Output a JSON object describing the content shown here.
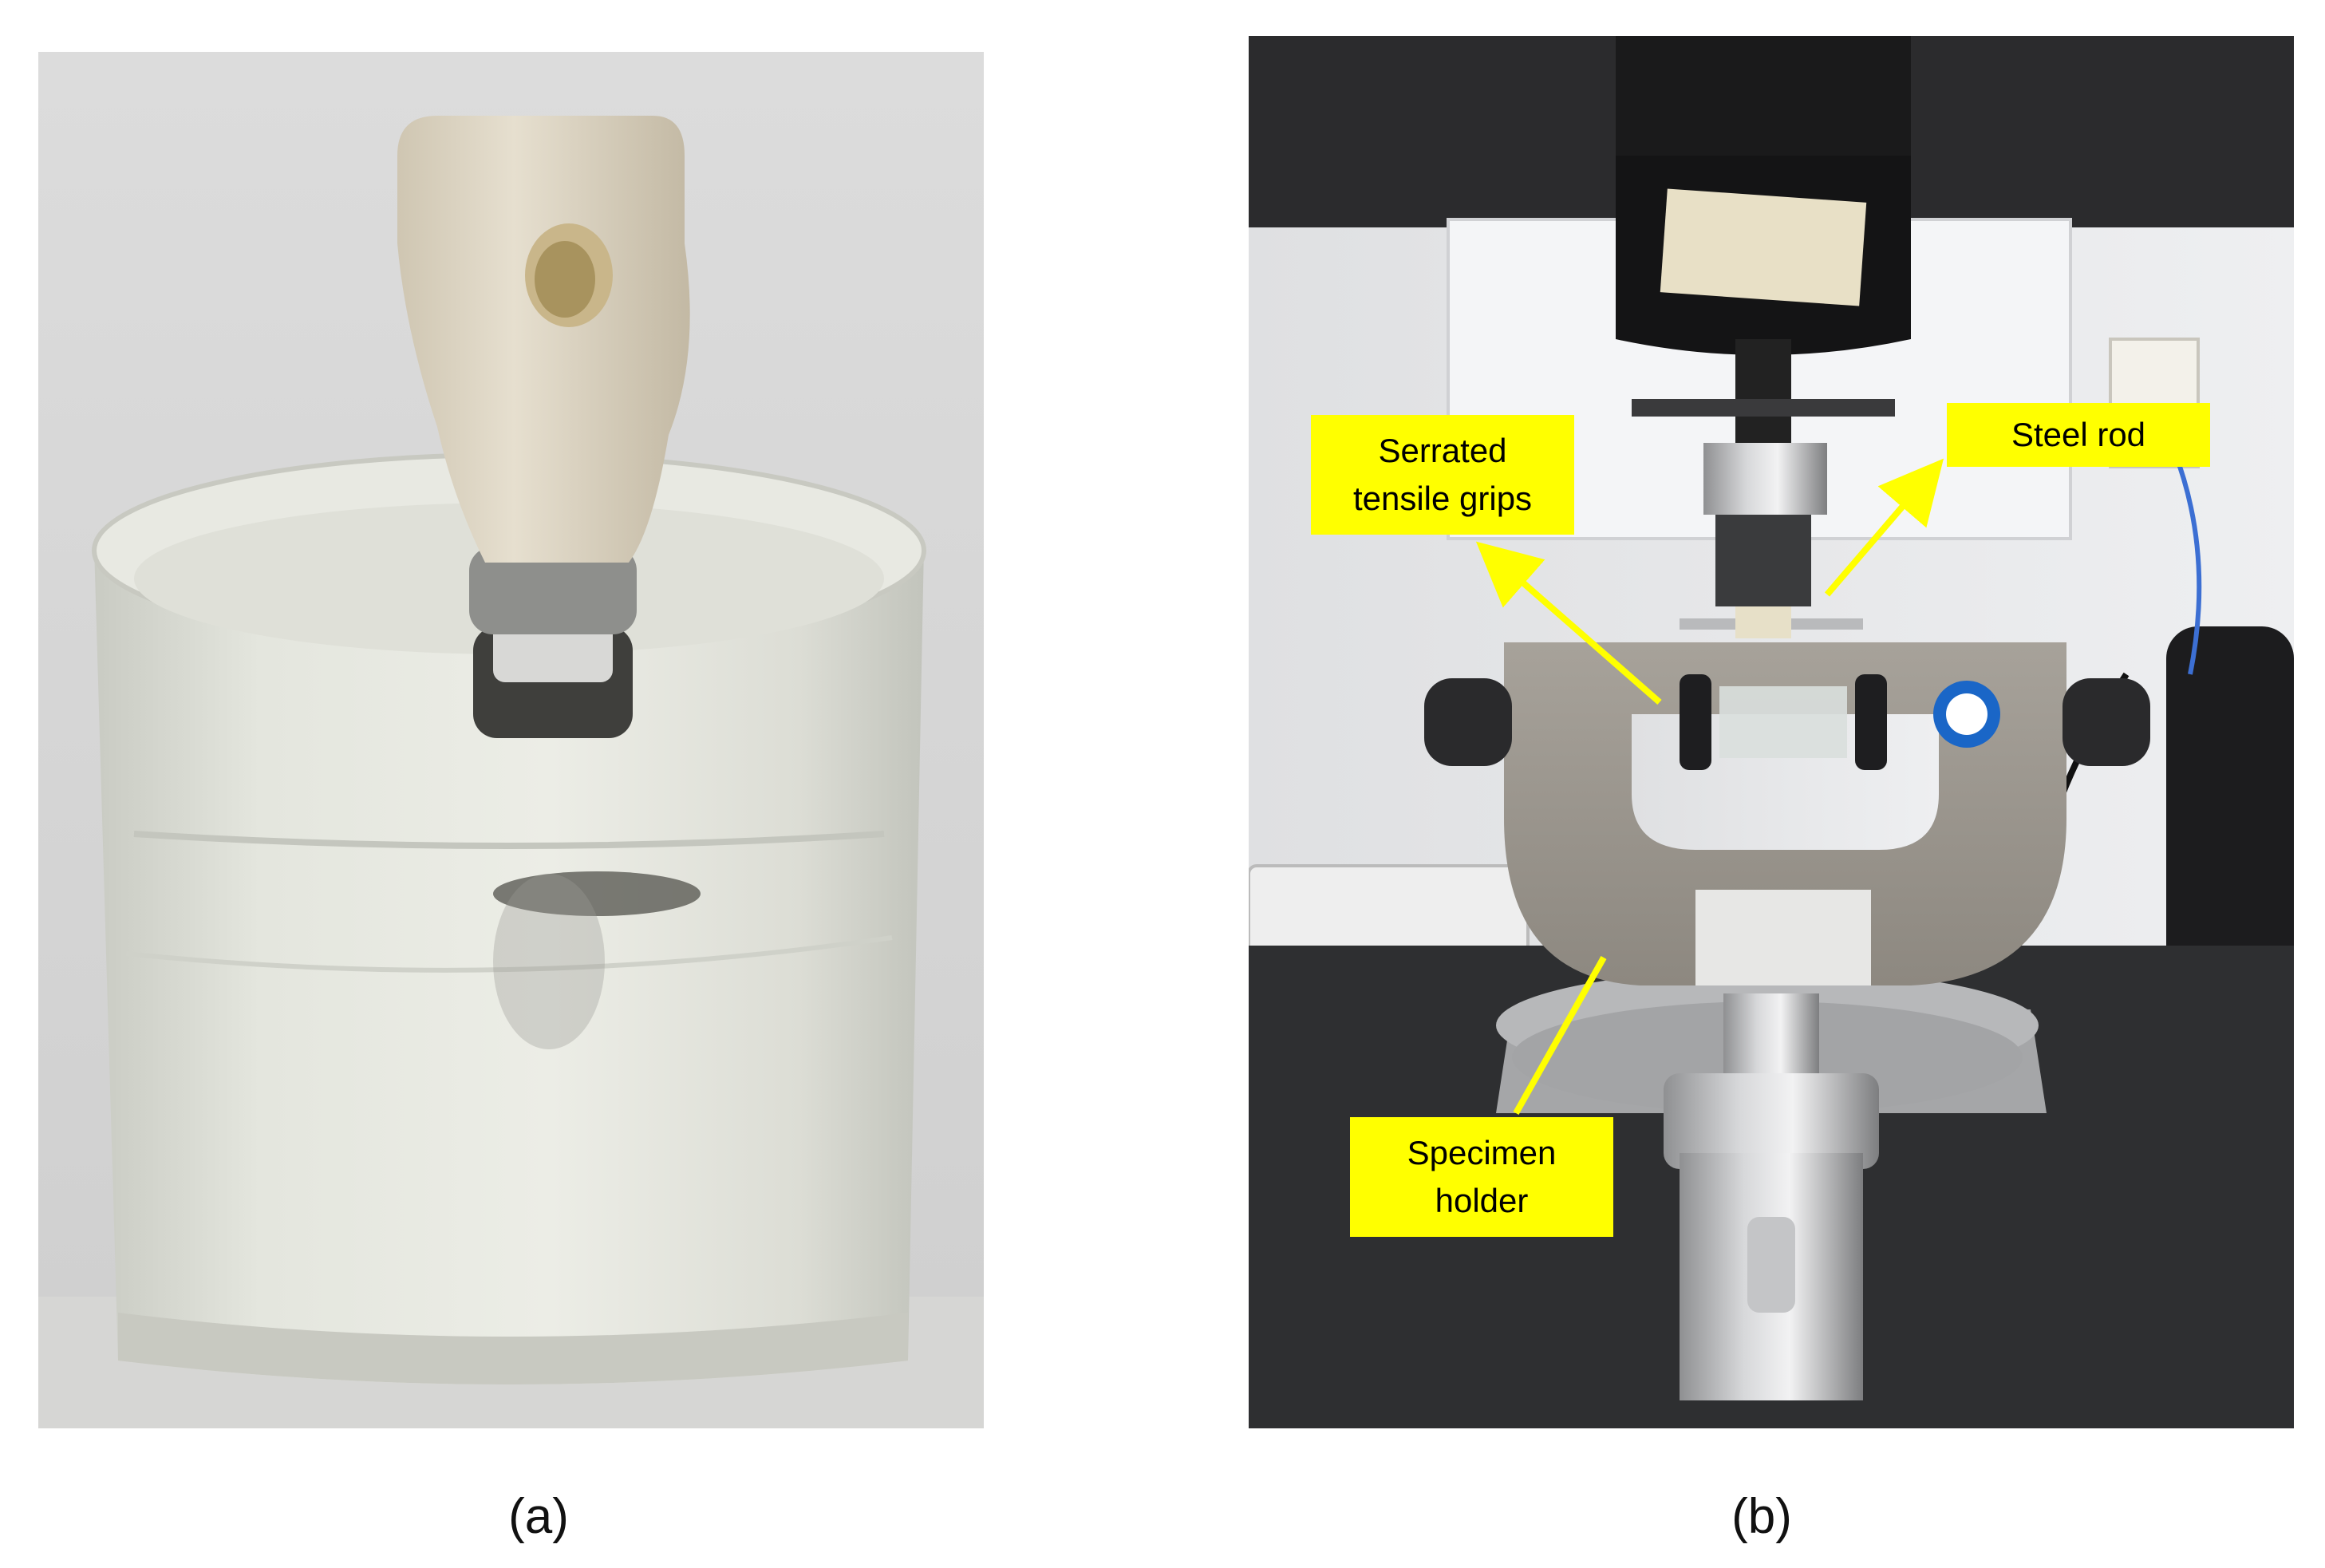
{
  "captions": {
    "a": "(a)",
    "b": "(b)"
  },
  "labels": {
    "grips": [
      "Serrated",
      "tensile grips"
    ],
    "rod": "Steel rod",
    "holder": [
      "Specimen",
      "holder"
    ]
  },
  "label_color": "#ffff00"
}
